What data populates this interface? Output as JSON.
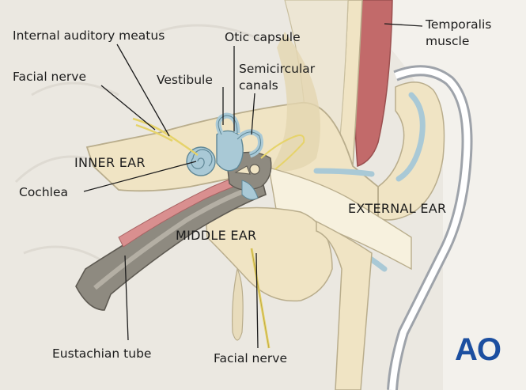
{
  "labels": {
    "internal_auditory_meatus": "Internal auditory meatus",
    "facial_nerve_top": "Facial nerve",
    "vestibule": "Vestibule",
    "otic_capsule": "Otic capsule",
    "semicircular_canals_line1": "Semicircular",
    "semicircular_canals_line2": "canals",
    "temporalis_line1": "Temporalis",
    "temporalis_line2": "muscle",
    "inner_ear": "INNER EAR",
    "cochlea": "Cochlea",
    "middle_ear": "MIDDLE EAR",
    "external_ear": "EXTERNAL EAR",
    "eustachian_tube": "Eustachian tube",
    "facial_nerve_bottom": "Facial nerve"
  },
  "logo": "AO",
  "colors": {
    "background": "#f3f1ec",
    "bone": "#f0e4c4",
    "bone_outline": "#b9ad8c",
    "labyrinth": "#a9c9d6",
    "muscle": "#c26a6a",
    "nerve": "#e6d36a",
    "tube": "#8e8a80",
    "brand": "#1c4fa0"
  }
}
